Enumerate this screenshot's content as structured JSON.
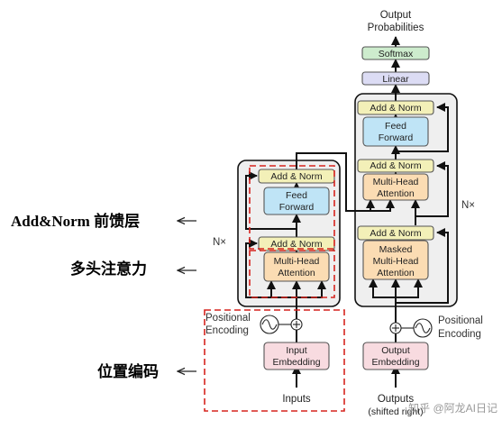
{
  "colors": {
    "add_norm": "#f3f0b8",
    "feed_forward": "#bfe4f6",
    "attention": "#fbdcb3",
    "embedding": "#f8dbe0",
    "linear": "#dcdcf4",
    "softmax": "#cdeccd",
    "layer_bg": "#efefef",
    "highlight": "#d6241e"
  },
  "decoder_top": {
    "output_probabilities_line1": "Output",
    "output_probabilities_line2": "Probabilities",
    "softmax": "Softmax",
    "linear": "Linear"
  },
  "encoder": {
    "add_norm_top": "Add & Norm",
    "feed_forward_line1": "Feed",
    "feed_forward_line2": "Forward",
    "add_norm_bottom": "Add & Norm",
    "attention_line1": "Multi-Head",
    "attention_line2": "Attention",
    "repeat": "N×",
    "positional_line1": "Positional",
    "positional_line2": "Encoding",
    "embedding_line1": "Input",
    "embedding_line2": "Embedding",
    "input_label": "Inputs"
  },
  "decoder": {
    "add_norm_top": "Add & Norm",
    "feed_forward_line1": "Feed",
    "feed_forward_line2": "Forward",
    "add_norm_mid": "Add & Norm",
    "attention_line1": "Multi-Head",
    "attention_line2": "Attention",
    "add_norm_bottom": "Add & Norm",
    "masked_line1": "Masked",
    "masked_line2": "Multi-Head",
    "masked_line3": "Attention",
    "repeat": "N×",
    "positional_line1": "Positional",
    "positional_line2": "Encoding",
    "embedding_line1": "Output",
    "embedding_line2": "Embedding",
    "output_label_line1": "Outputs",
    "output_label_line2": "(shifted right)"
  },
  "annotations": {
    "add_norm_ff": "Add&Norm 前馈层",
    "multi_head": "多头注意力",
    "positional": "位置编码"
  },
  "watermark": "知乎 @阿龙AI日记"
}
